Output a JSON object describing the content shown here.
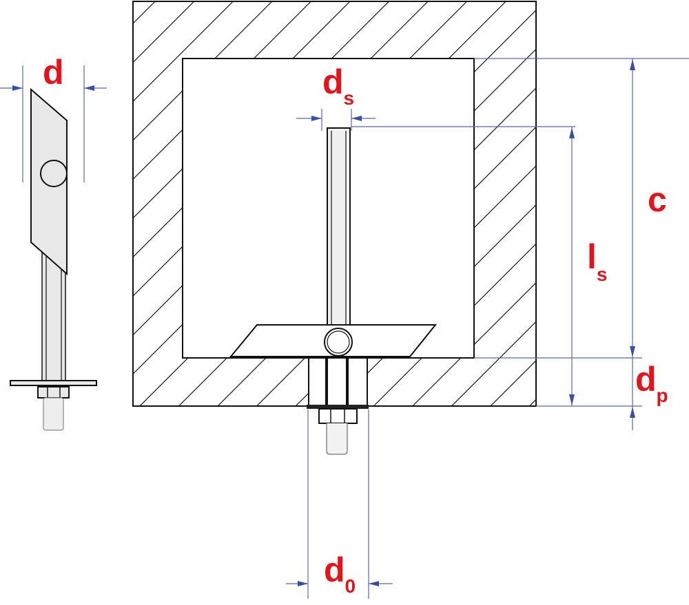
{
  "labels": {
    "d": {
      "base": "d",
      "sub": ""
    },
    "ds": {
      "base": "d",
      "sub": "s"
    },
    "c": {
      "base": "c",
      "sub": ""
    },
    "ls": {
      "base": "l",
      "sub": "s"
    },
    "dp": {
      "base": "d",
      "sub": "p"
    },
    "d0": {
      "base": "d",
      "sub": "0"
    }
  },
  "colors": {
    "label": "#e3141b",
    "dimension": "#5868ad",
    "part_fill": "#e8e8e8"
  }
}
